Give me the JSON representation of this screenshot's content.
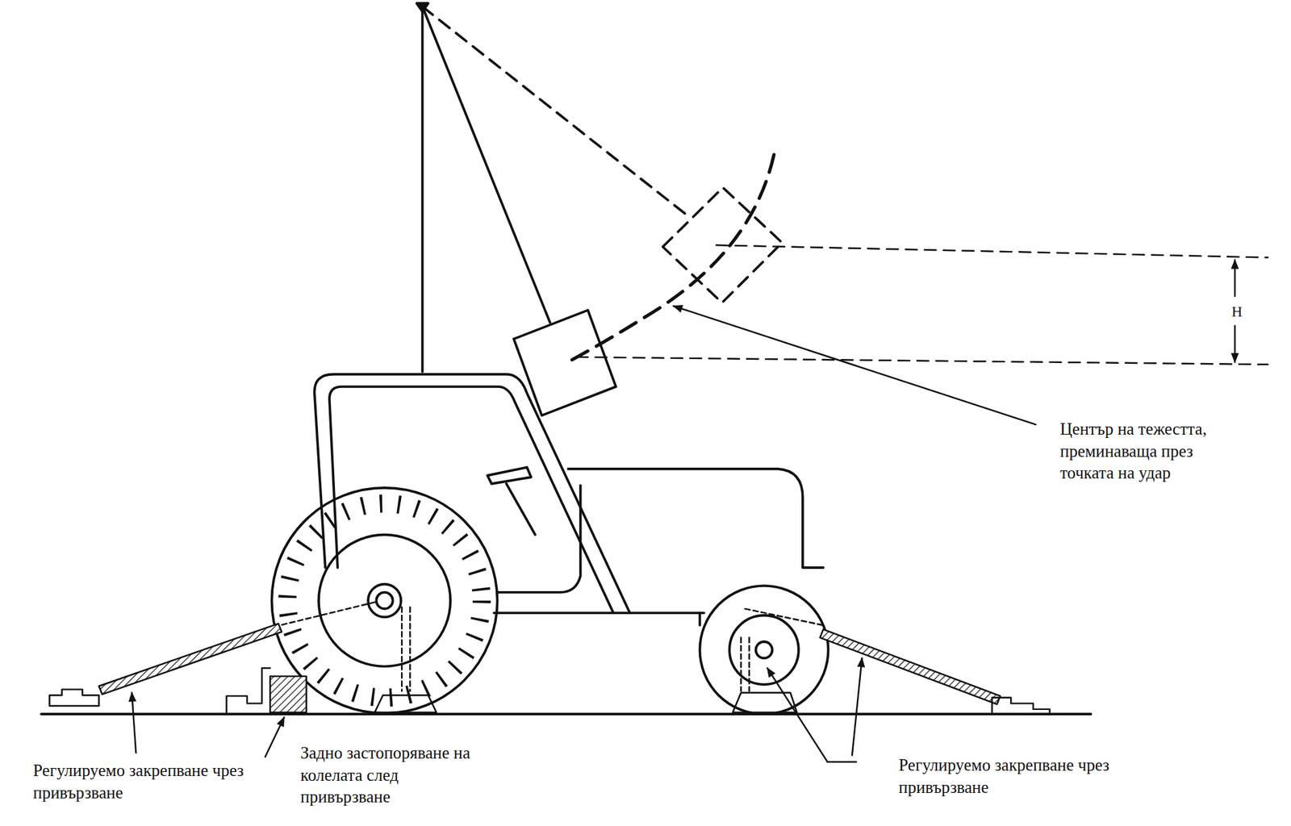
{
  "diagram": {
    "labels": [
      "Център на тежестта, преминаваща през точката на удар",
      "H",
      "Регулируемо закрепване чрез привързване",
      "Задно застопоряване на колелата след привързване",
      "Регулируемо закрепване чрез привързване"
    ]
  }
}
